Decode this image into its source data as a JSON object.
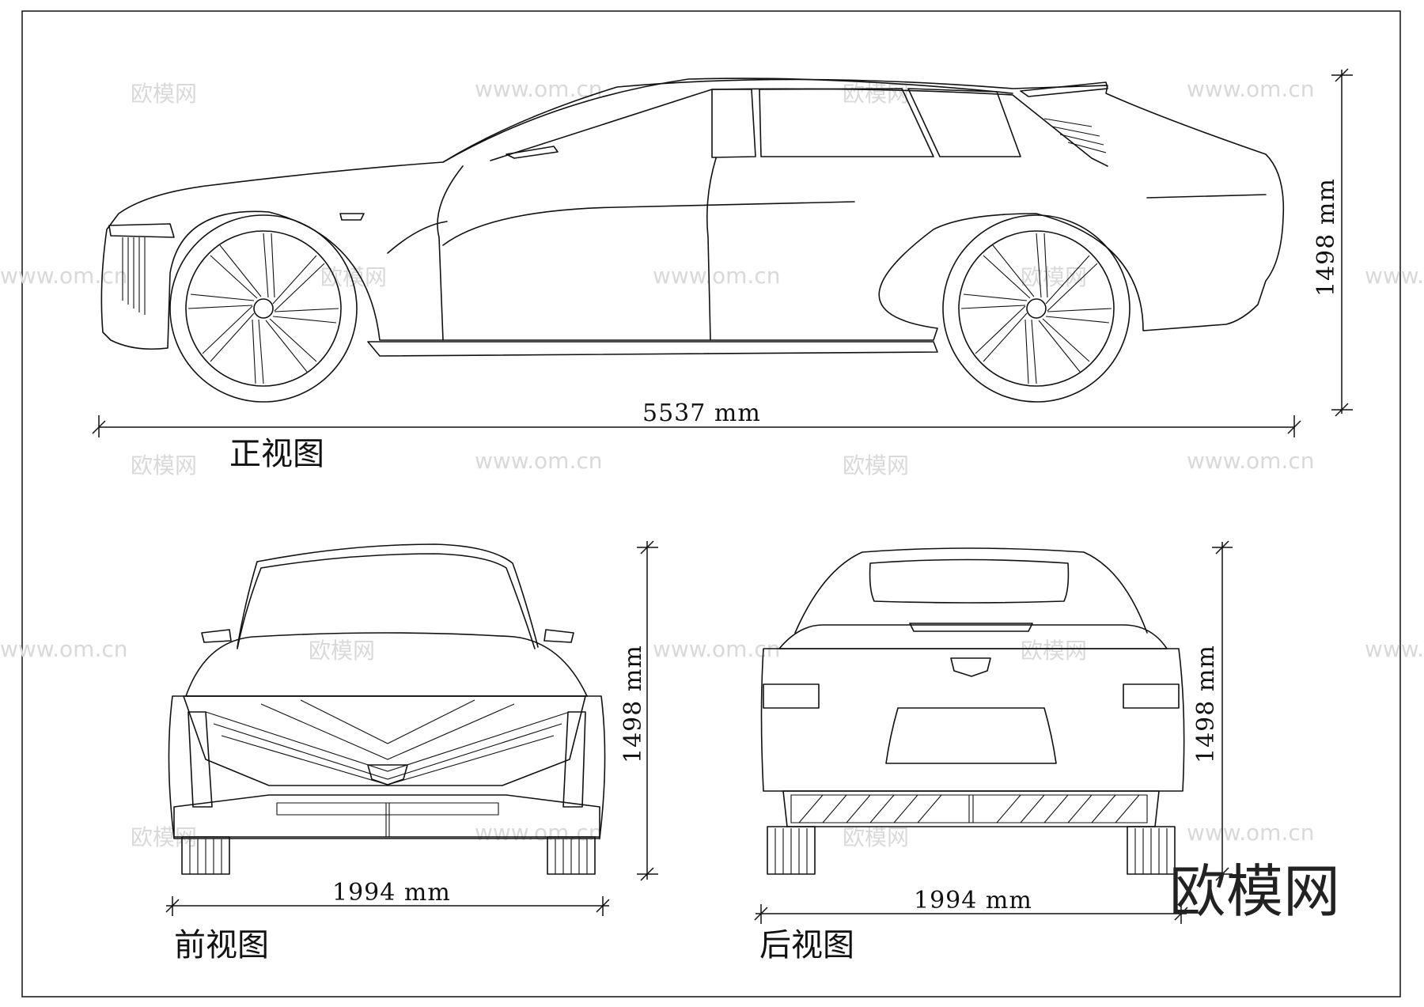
{
  "views": {
    "side": {
      "dimension_length": "5537 mm",
      "dimension_height": "1498 mm",
      "caption": "正视图"
    },
    "front": {
      "dimension_width": "1994 mm",
      "dimension_height": "1498 mm",
      "caption": "前视图"
    },
    "rear": {
      "dimension_width": "1994 mm",
      "dimension_height": "1498 mm",
      "caption": "后视图"
    }
  },
  "watermark": {
    "text_cn": "欧模网",
    "text_url": "www.om.cn"
  },
  "brand_mark": "欧模网"
}
